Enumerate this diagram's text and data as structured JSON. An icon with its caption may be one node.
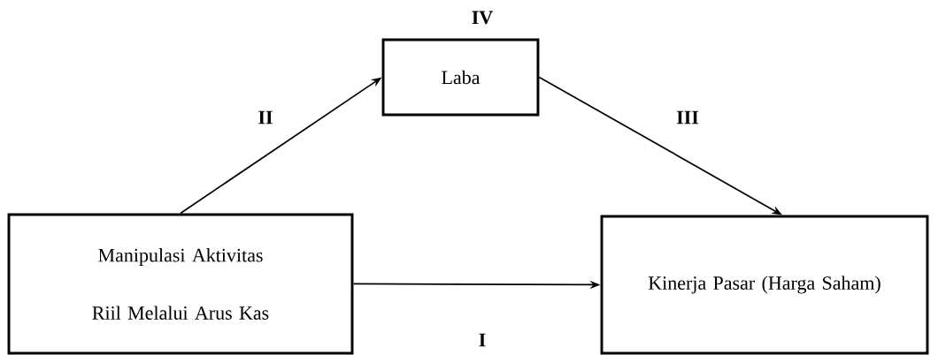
{
  "diagram": {
    "nodes": [
      {
        "text": [
          "Laba"
        ]
      },
      {
        "text": [
          "Manipulasi Aktivitas Riil Melalui Arus Kas"
        ]
      },
      {
        "text": [
          "Kinerja Pasar (Harga Saham)"
        ]
      }
    ],
    "edges": [
      {
        "from": 1,
        "to": 0,
        "arrow": "to",
        "label": "II"
      },
      {
        "from": 0,
        "to": 2,
        "arrow": "to",
        "label": "III"
      },
      {
        "from": 1,
        "to": 2,
        "arrow": "to",
        "label": "I"
      }
    ],
    "labels": [
      "IV"
    ]
  }
}
